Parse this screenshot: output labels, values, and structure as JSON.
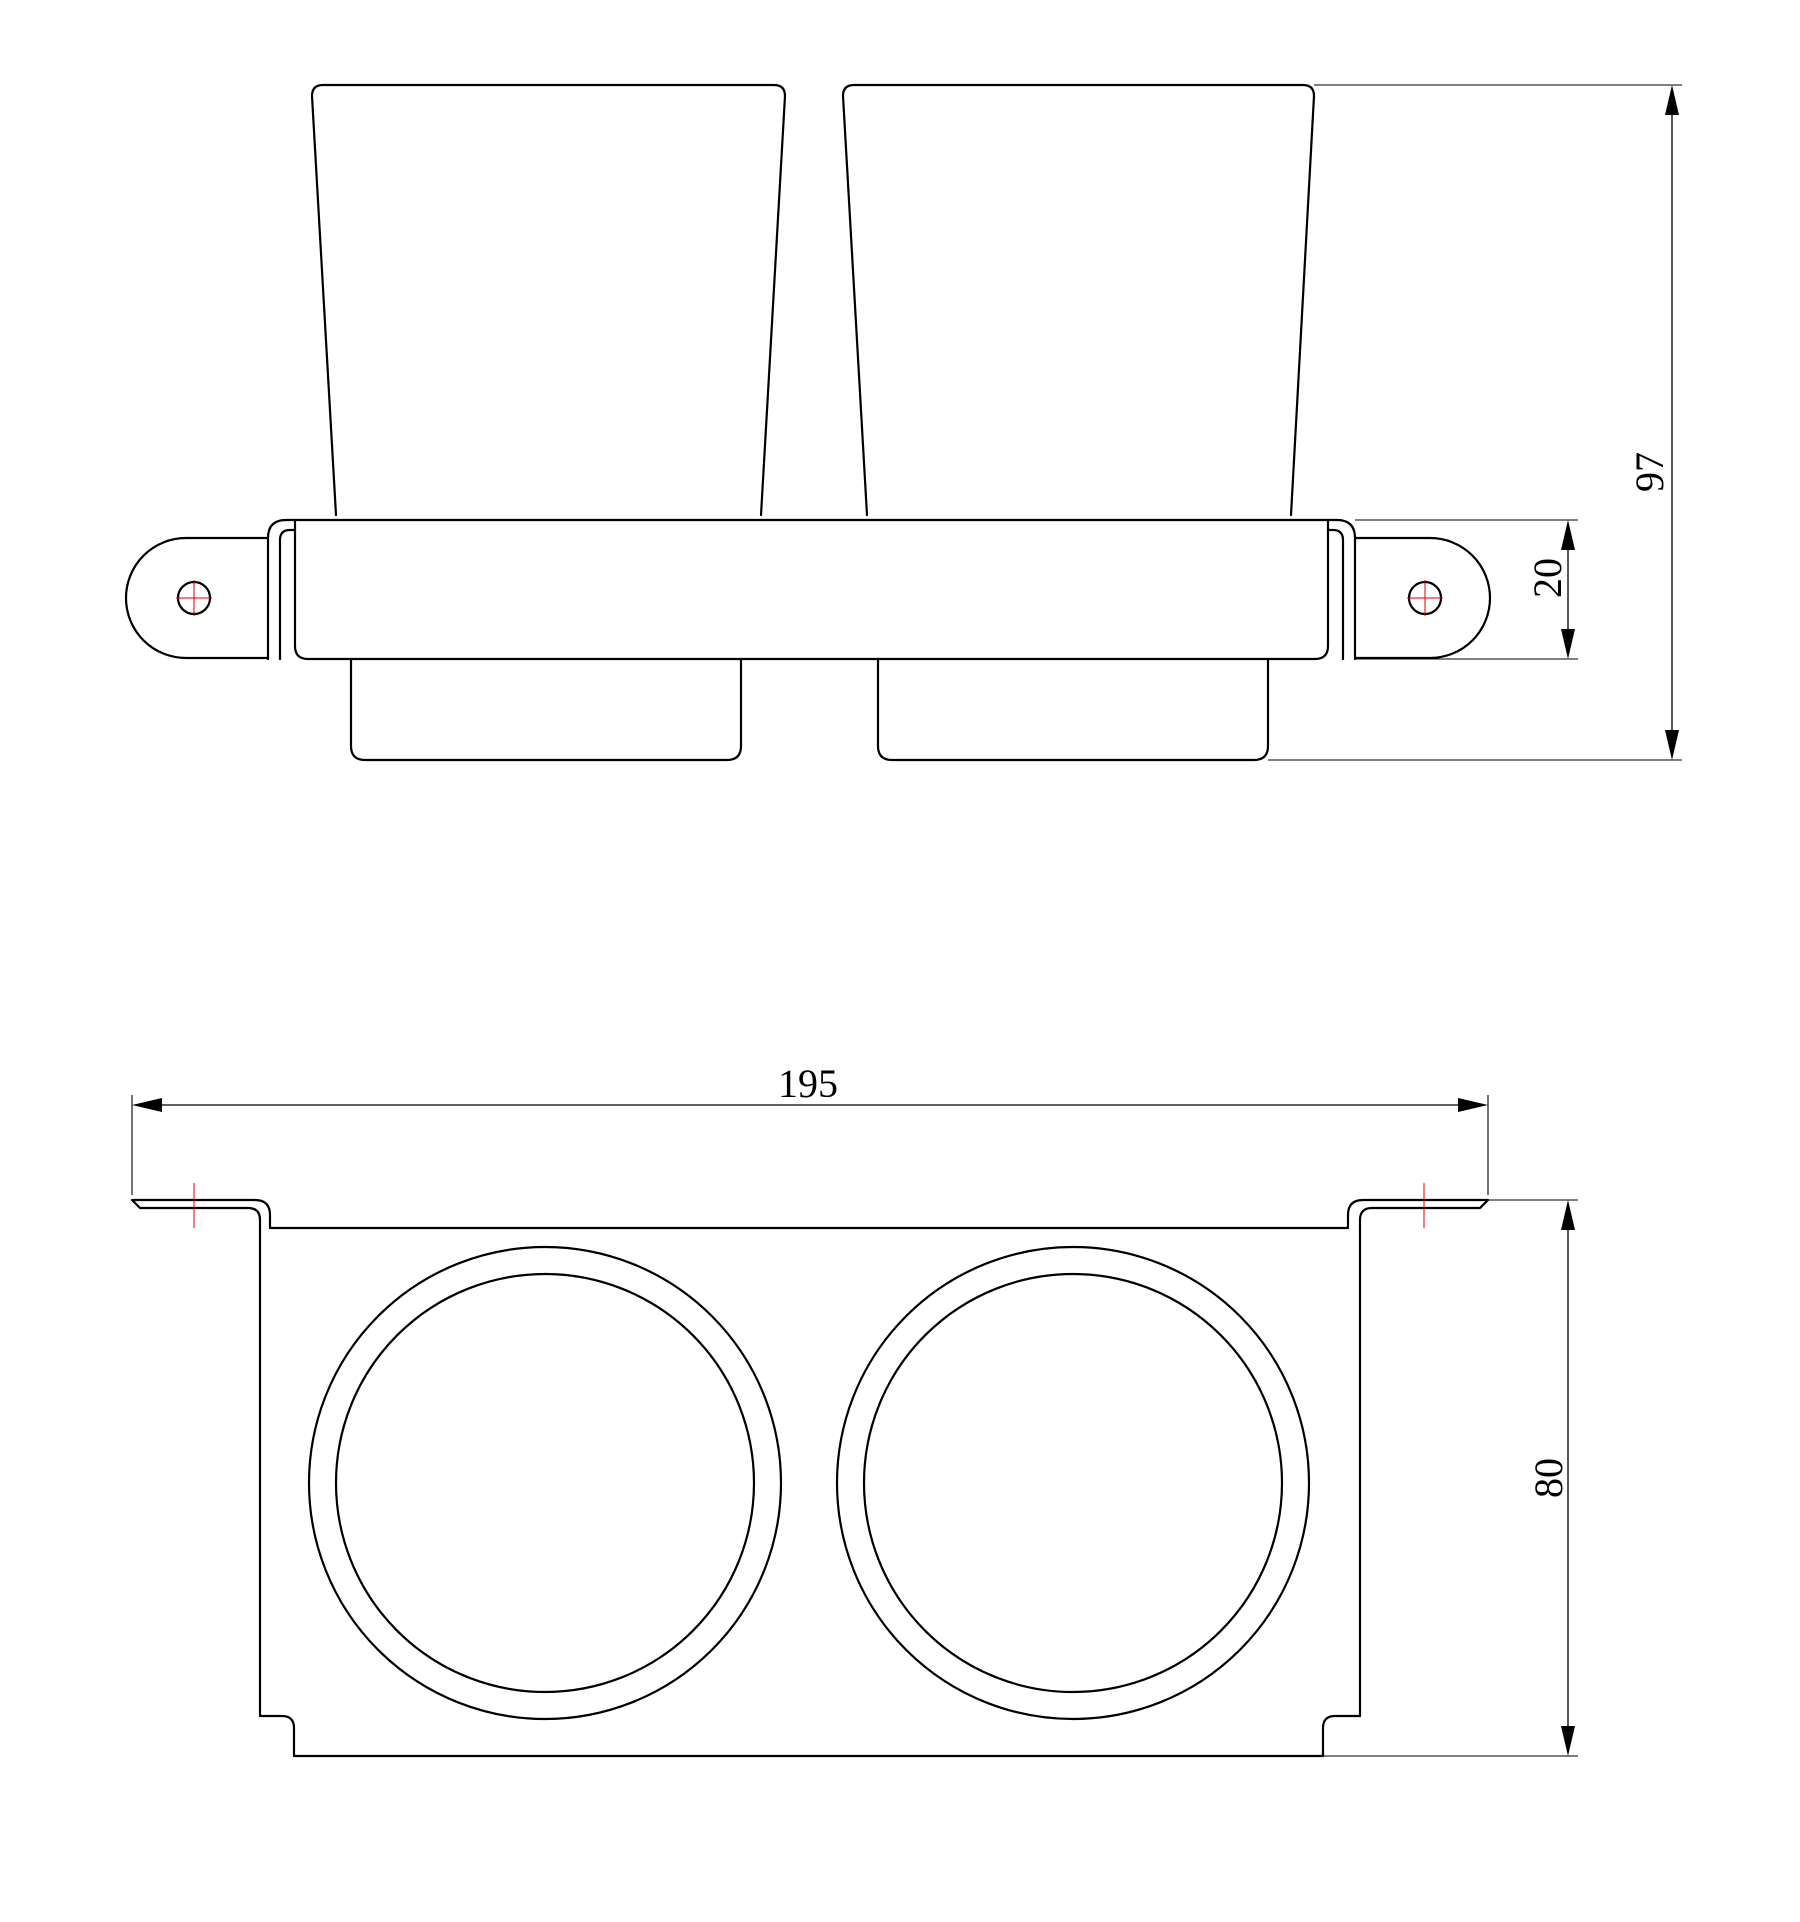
{
  "dimensions": {
    "height_total": "97",
    "shelf_height": "20",
    "width_total": "195",
    "depth": "80"
  },
  "colors": {
    "line": "#000000",
    "centerline": "#e00000",
    "background": "#ffffff"
  }
}
